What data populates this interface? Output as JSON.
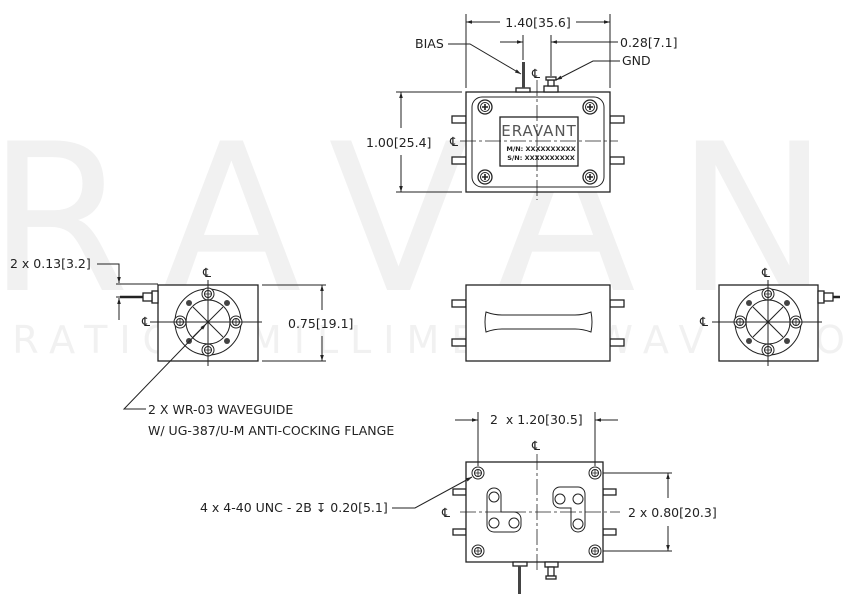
{
  "watermark": {
    "brand": "ERAVANT",
    "tagline": "NEXT GENERATION MILLIMETERWAVE COMPONENTS"
  },
  "label_plate": {
    "brand": "ERAVANT",
    "model": "M/N: XXXXXXXXXX",
    "serial": "S/N: XXXXXXXXXX"
  },
  "centerline_symbol": "℄",
  "top_view": {
    "width_dim": "1.40[35.6]",
    "pin_spacing_dim": "0.28[7.1]",
    "height_dim": "1.00[25.4]",
    "bias_label": "BIAS",
    "gnd_label": "GND"
  },
  "end_view": {
    "pin_offset_dim": "2 x 0.13[3.2]",
    "height_dim": "0.75[19.1]",
    "waveguide_note_line1": "2 X WR-03 WAVEGUIDE",
    "waveguide_note_line2": "W/ UG-387/U-M ANTI-COCKING FLANGE"
  },
  "bottom_view": {
    "hole_spacing_x_dim": "2  x 1.20[30.5]",
    "hole_spacing_y_dim": "2 x 0.80[20.3]",
    "thread_note": "4 x 4-40 UNC - 2B ↧ 0.20[5.1]"
  }
}
